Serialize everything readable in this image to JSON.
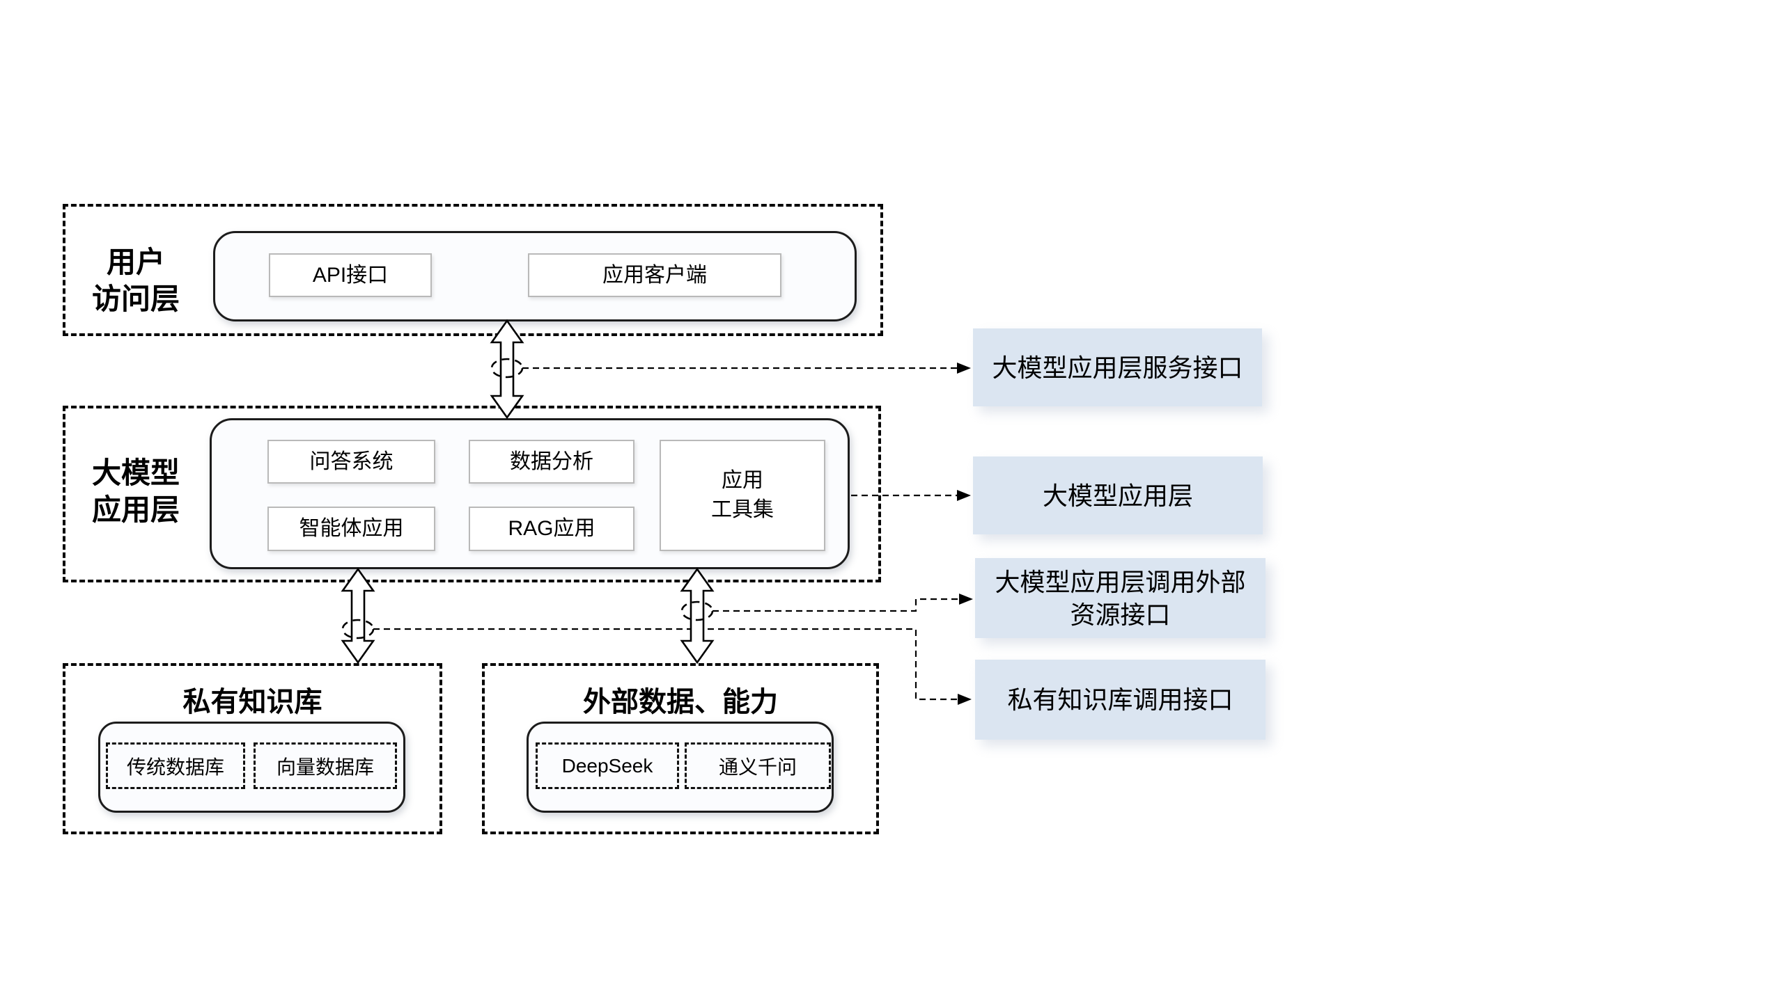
{
  "colors": {
    "annotation_bg": "#dbe5f1",
    "line": "#000000",
    "gray_border": "#b9b9b9"
  },
  "layers": {
    "user_access": {
      "label_line1": "用户",
      "label_line2": "访问层",
      "items": [
        "API接口",
        "应用客户端"
      ]
    },
    "llm_app": {
      "label_line1": "大模型",
      "label_line2": "应用层",
      "items": [
        "问答系统",
        "数据分析",
        "智能体应用",
        "RAG应用"
      ],
      "toolset_line1": "应用",
      "toolset_line2": "工具集"
    },
    "private_kb": {
      "title": "私有知识库",
      "items": [
        "传统数据库",
        "向量数据库"
      ]
    },
    "external": {
      "title": "外部数据、能力",
      "items": [
        "DeepSeek",
        "通义千问"
      ]
    }
  },
  "annotations": [
    {
      "line1": "大模型应用层服务接口",
      "line2": ""
    },
    {
      "line1": "大模型应用层",
      "line2": ""
    },
    {
      "line1": "大模型应用层调用外部",
      "line2": "资源接口"
    },
    {
      "line1": "私有知识库调用接口",
      "line2": ""
    }
  ]
}
